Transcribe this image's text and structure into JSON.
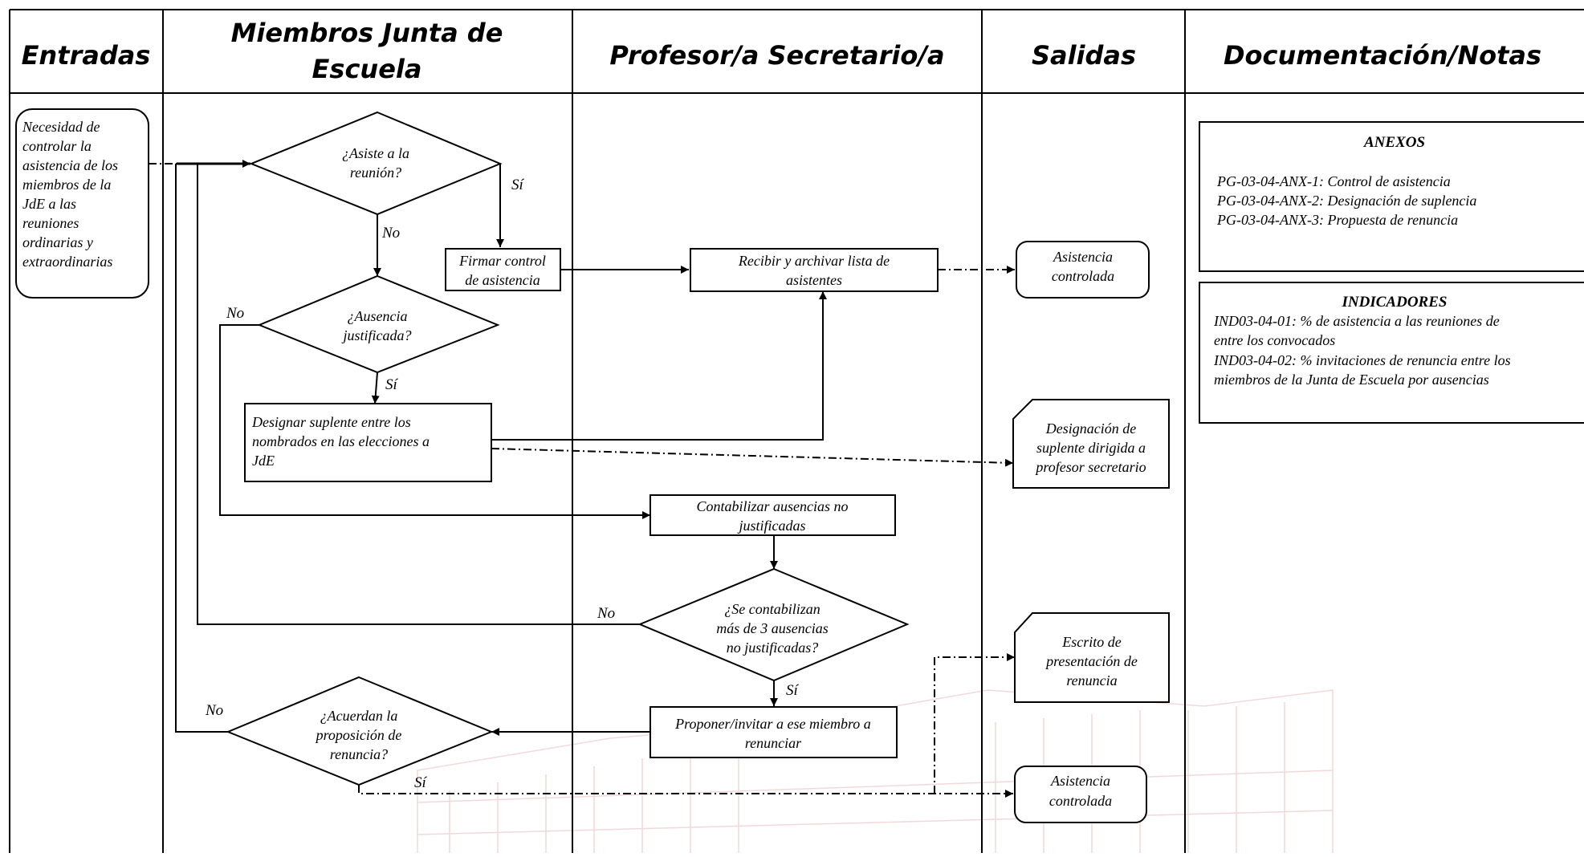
{
  "columns": {
    "entradas": "Entradas",
    "miembros": [
      "Miembros Junta de",
      "Escuela"
    ],
    "profesor": "Profesor/a Secretario/a",
    "salidas": "Salidas",
    "documentacion": "Documentación/Notas"
  },
  "entrada": {
    "lines": [
      "Necesidad de",
      "controlar la",
      "asistencia de los",
      "miembros de la",
      "JdE a las",
      "reuniones",
      "ordinarias y",
      "extraordinarias"
    ]
  },
  "nodes": {
    "d_asiste": [
      "¿Asiste a la",
      "reunión?"
    ],
    "p_firmar": [
      "Firmar control",
      "de asistencia"
    ],
    "d_ausencia": [
      "¿Ausencia",
      "justificada?"
    ],
    "p_designar": [
      "Designar suplente entre los",
      "nombrados en las elecciones a",
      "JdE"
    ],
    "p_recibir": [
      "Recibir y archivar lista de",
      "asistentes"
    ],
    "p_contabilizar": [
      "Contabilizar ausencias no",
      "justificadas"
    ],
    "d_contabilizan": [
      "¿Se contabilizan",
      "más de 3 ausencias",
      "no justificadas?"
    ],
    "p_proponer": [
      "Proponer/invitar a ese miembro a",
      "renunciar"
    ],
    "d_acuerdan": [
      "¿Acuerdan la",
      "proposición de",
      "renuncia?"
    ]
  },
  "outputs": {
    "o_asistencia1": [
      "Asistencia",
      "controlada"
    ],
    "o_designacion": [
      "Designación de",
      "suplente dirigida a",
      "profesor secretario"
    ],
    "o_escrito": [
      "Escrito de",
      "presentación de",
      "renuncia"
    ],
    "o_asistencia2": [
      "Asistencia",
      "controlada"
    ]
  },
  "edge_labels": {
    "si": "Sí",
    "no": "No"
  },
  "anexos": {
    "title": "ANEXOS",
    "items": [
      "PG-03-04-ANX-1: Control de asistencia",
      "PG-03-04-ANX-2: Designación de suplencia",
      "PG-03-04-ANX-3: Propuesta de renuncia"
    ]
  },
  "indicadores": {
    "title": "INDICADORES",
    "lines": [
      "IND03-04-01: % de asistencia a las reuniones de",
      "entre los convocados",
      "IND03-04-02: % invitaciones de renuncia entre los",
      "miembros de la Junta de Escuela por ausencias"
    ]
  }
}
